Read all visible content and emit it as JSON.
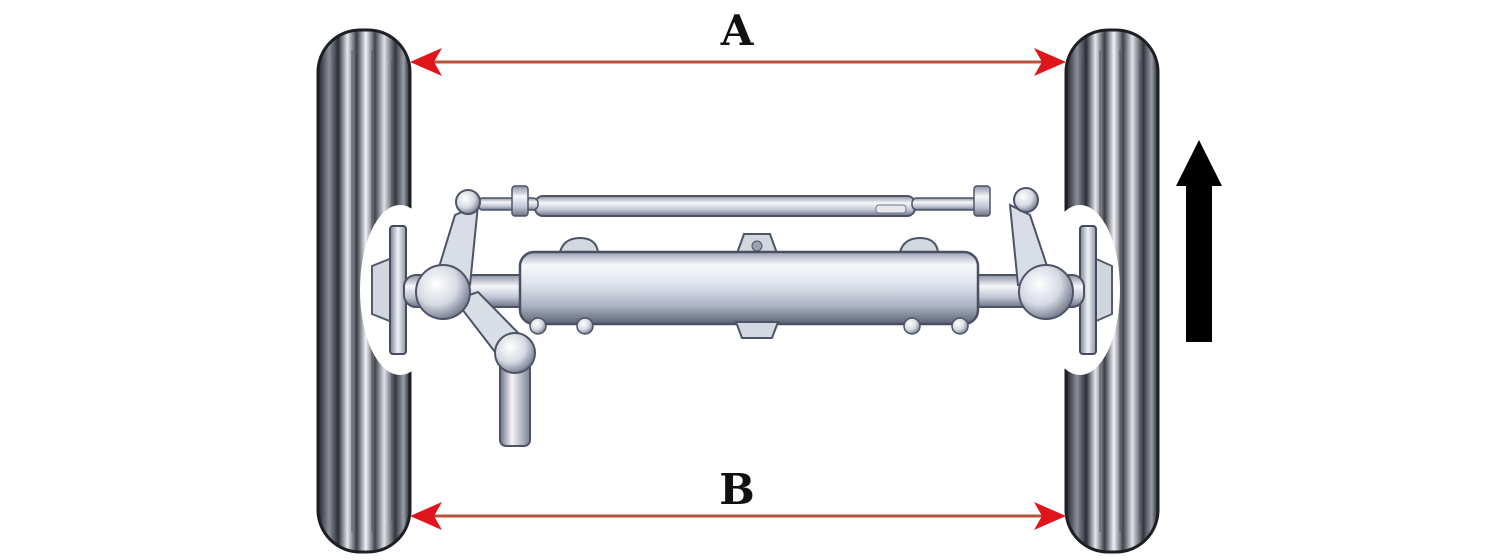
{
  "labels": {
    "top_dimension": "A",
    "bottom_dimension": "B"
  },
  "icons": {
    "direction_arrow": "up-arrow-icon",
    "dimension_arrow": "double-headed-arrow"
  },
  "colors": {
    "dimension_arrow_head": "#e0141b",
    "dimension_line": "#b5533a",
    "direction_arrow": "#000000",
    "metal_light": "#f4f6fa",
    "metal_mid": "#cdd2de",
    "metal_dark": "#6a7184",
    "tire_dark": "#2b2d34",
    "tire_light": "#d9dbe2"
  }
}
